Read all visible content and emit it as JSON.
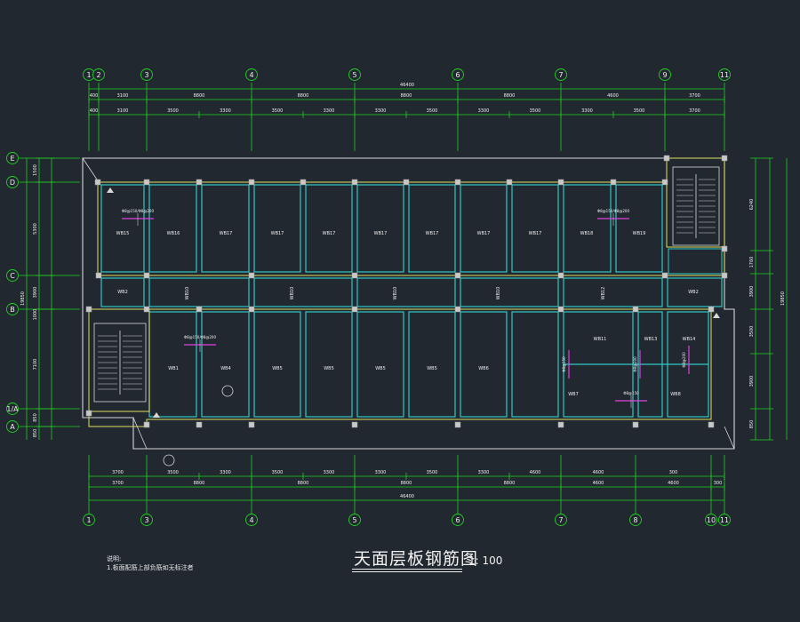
{
  "title": "天面层板钢筋图",
  "scale": "1: 100",
  "notes": {
    "heading": "说明:",
    "line1": "1.板面配筋上部负筋如无标注者"
  },
  "colors": {
    "background": "#212830",
    "axis": "#20d020",
    "dimension": "#20d020",
    "wall": "#d8d8d8",
    "beam": "#30c8c8",
    "frame_yellow": "#e0e060",
    "rebar": "#e040e0",
    "text": "#f0f0f0"
  },
  "axes_top": [
    "1",
    "2",
    "3",
    "4",
    "5",
    "6",
    "7",
    "9",
    "11"
  ],
  "axes_bottom": [
    "1",
    "3",
    "4",
    "5",
    "6",
    "7",
    "8",
    "10",
    "11"
  ],
  "axes_left": [
    "E",
    "D",
    "C",
    "B",
    "1/A",
    "A"
  ],
  "dims_top_total": "46400",
  "dims_top_row1": [
    "400",
    "3100",
    "8800",
    "8800",
    "8800",
    "8800",
    "4600",
    "3700"
  ],
  "dims_top_row2": [
    "400",
    "3100",
    "3500",
    "3300",
    "3500",
    "3300",
    "3300",
    "3500",
    "3300",
    "3500",
    "3300",
    "3500",
    "3700"
  ],
  "dims_bottom_row1": [
    "3700",
    "3500",
    "3300",
    "3500",
    "3300",
    "3300",
    "3500",
    "3300",
    "4600",
    "4600",
    "300"
  ],
  "dims_bottom_row2": [
    "3700",
    "8800",
    "8800",
    "8800",
    "8800",
    "4600",
    "4600",
    "300"
  ],
  "dims_bottom_total": "46400",
  "dims_left": [
    "1500",
    "5300",
    "3900",
    "1000",
    "7100",
    "850",
    "850"
  ],
  "dims_left_total": "19850",
  "dims_right": [
    "6240",
    "1760",
    "3900",
    "3500",
    "3900",
    "850"
  ],
  "dims_right_total": "19850",
  "slabs_top": [
    "WB15",
    "WB16",
    "WB17",
    "WB17",
    "WB17",
    "WB17",
    "WB17",
    "WB17",
    "WB17",
    "WB18",
    "WB19"
  ],
  "slabs_corridor": [
    "WB2",
    "WB10",
    "WB10",
    "WB10",
    "WB10",
    "WB12",
    "WB2"
  ],
  "slabs_bottom": [
    "WB1",
    "WB4",
    "WB5",
    "WB5",
    "WB5",
    "WB5",
    "WB6",
    "WB7",
    "WB8",
    "WB11",
    "WB13",
    "WB14"
  ],
  "rebar_labels": [
    "Φ8@150/Φ8@200",
    "Φ8@150/Φ8@200",
    "Φ8@150/Φ8@200",
    "Φ8@150",
    "Φ8@200",
    "Φ8@150",
    "Φ8@200"
  ]
}
